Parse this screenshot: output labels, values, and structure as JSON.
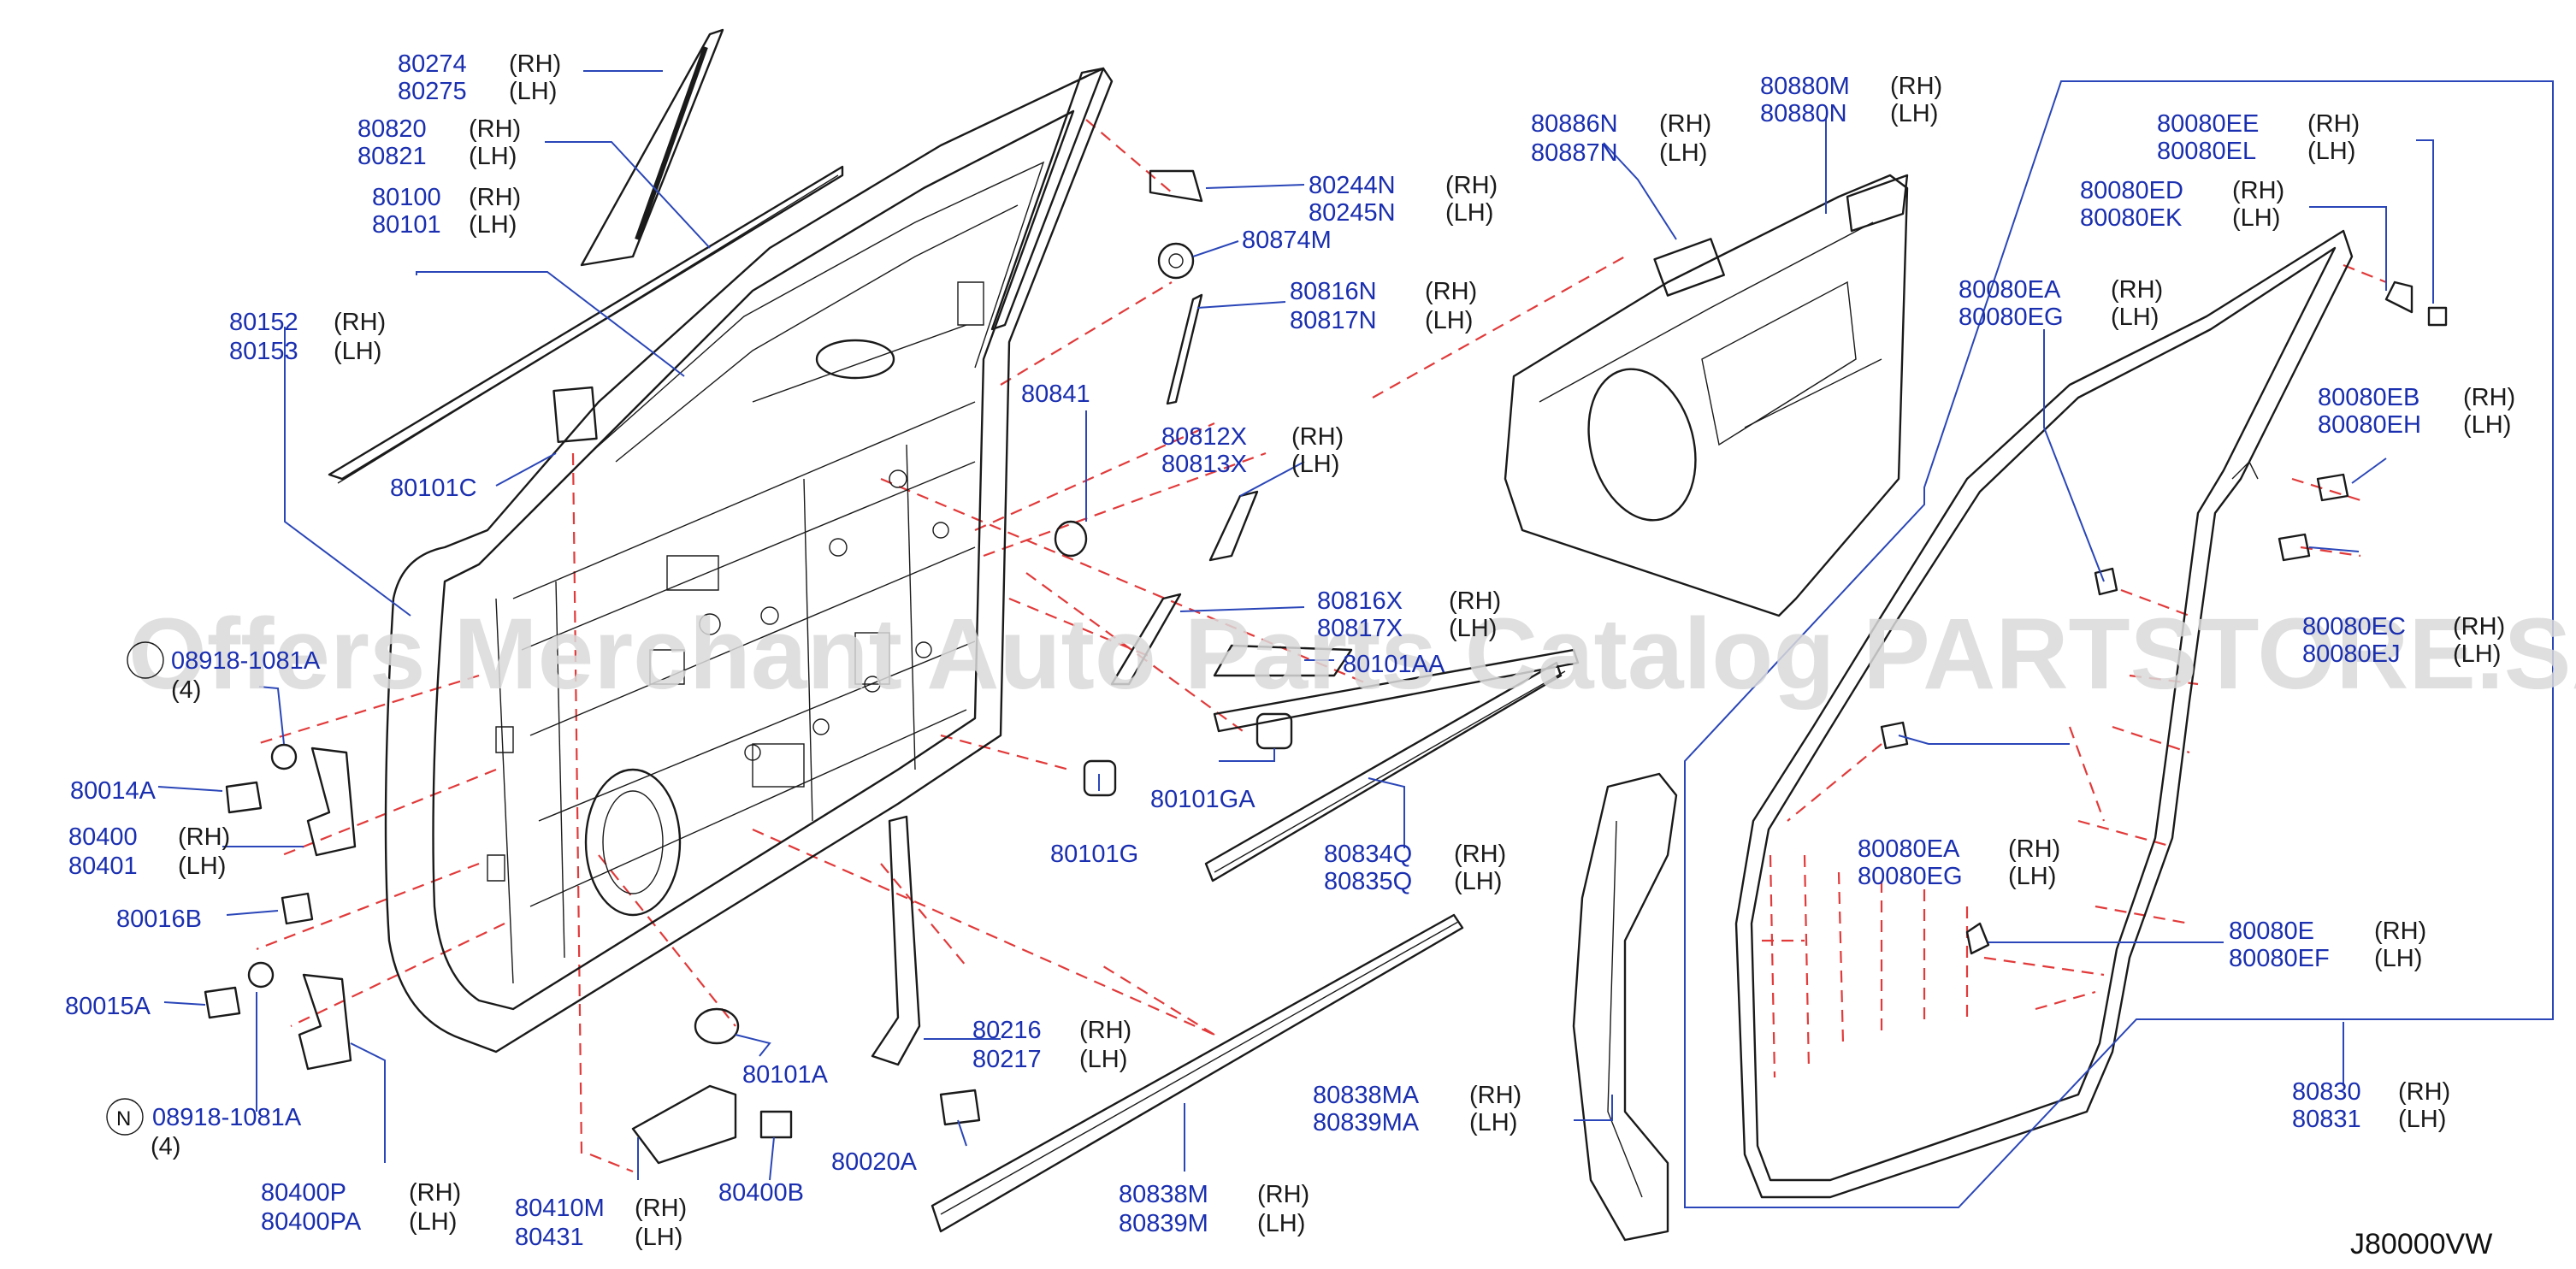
{
  "watermark": "Offers Merchant Auto Parts Catalog PARTSTORE.SA",
  "diagram_code": "J80000VW",
  "labels": [
    {
      "id": "80274",
      "num": "80274",
      "side": "(RH)"
    },
    {
      "id": "80275",
      "num": "80275",
      "side": "(LH)"
    },
    {
      "id": "80820",
      "num": "80820",
      "side": "(RH)"
    },
    {
      "id": "80821",
      "num": "80821",
      "side": "(LH)"
    },
    {
      "id": "80100",
      "num": "80100",
      "side": "(RH)"
    },
    {
      "id": "80101",
      "num": "80101",
      "side": "(LH)"
    },
    {
      "id": "80152",
      "num": "80152",
      "side": "(RH)"
    },
    {
      "id": "80153",
      "num": "80153",
      "side": "(LH)"
    },
    {
      "id": "80101C",
      "num": "80101C",
      "side": ""
    },
    {
      "id": "08918-1081A-top",
      "num": "08918-1081A",
      "side": "(4)"
    },
    {
      "id": "80014A",
      "num": "80014A",
      "side": ""
    },
    {
      "id": "80400",
      "num": "80400",
      "side": "(RH)"
    },
    {
      "id": "80401",
      "num": "80401",
      "side": "(LH)"
    },
    {
      "id": "80016B",
      "num": "80016B",
      "side": ""
    },
    {
      "id": "80015A",
      "num": "80015A",
      "side": ""
    },
    {
      "id": "08918-1081A",
      "num": "08918-1081A",
      "side": "(4)"
    },
    {
      "id": "80400P",
      "num": "80400P",
      "side": "(RH)"
    },
    {
      "id": "80400PA",
      "num": "80400PA",
      "side": "(LH)"
    },
    {
      "id": "80410M",
      "num": "80410M",
      "side": "(RH)"
    },
    {
      "id": "80431",
      "num": "80431",
      "side": "(LH)"
    },
    {
      "id": "80400B",
      "num": "80400B",
      "side": ""
    },
    {
      "id": "80101A",
      "num": "80101A",
      "side": ""
    },
    {
      "id": "80020A",
      "num": "80020A",
      "side": ""
    },
    {
      "id": "80216",
      "num": "80216",
      "side": "(RH)"
    },
    {
      "id": "80217",
      "num": "80217",
      "side": "(LH)"
    },
    {
      "id": "80838M",
      "num": "80838M",
      "side": "(RH)"
    },
    {
      "id": "80839M",
      "num": "80839M",
      "side": "(LH)"
    },
    {
      "id": "80244N",
      "num": "80244N",
      "side": "(RH)"
    },
    {
      "id": "80245N",
      "num": "80245N",
      "side": "(LH)"
    },
    {
      "id": "80874M",
      "num": "80874M",
      "side": ""
    },
    {
      "id": "80816N",
      "num": "80816N",
      "side": "(RH)"
    },
    {
      "id": "80817N",
      "num": "80817N",
      "side": "(LH)"
    },
    {
      "id": "80841",
      "num": "80841",
      "side": ""
    },
    {
      "id": "80812X",
      "num": "80812X",
      "side": "(RH)"
    },
    {
      "id": "80813X",
      "num": "80813X",
      "side": "(LH)"
    },
    {
      "id": "80816X",
      "num": "80816X",
      "side": "(RH)"
    },
    {
      "id": "80817X",
      "num": "80817X",
      "side": "(LH)"
    },
    {
      "id": "80101AA",
      "num": "80101AA",
      "side": ""
    },
    {
      "id": "80101GA",
      "num": "80101GA",
      "side": ""
    },
    {
      "id": "80101G",
      "num": "80101G",
      "side": ""
    },
    {
      "id": "80834Q",
      "num": "80834Q",
      "side": "(RH)"
    },
    {
      "id": "80835Q",
      "num": "80835Q",
      "side": "(LH)"
    },
    {
      "id": "80838MA",
      "num": "80838MA",
      "side": "(RH)"
    },
    {
      "id": "80839MA",
      "num": "80839MA",
      "side": "(LH)"
    },
    {
      "id": "80886N",
      "num": "80886N",
      "side": "(RH)"
    },
    {
      "id": "80887N",
      "num": "80887N",
      "side": "(LH)"
    },
    {
      "id": "80880M",
      "num": "80880M",
      "side": "(RH)"
    },
    {
      "id": "80880N",
      "num": "80880N",
      "side": "(LH)"
    },
    {
      "id": "80080EE",
      "num": "80080EE",
      "side": "(RH)"
    },
    {
      "id": "80080EL",
      "num": "80080EL",
      "side": "(LH)"
    },
    {
      "id": "80080ED",
      "num": "80080ED",
      "side": "(RH)"
    },
    {
      "id": "80080EK",
      "num": "80080EK",
      "side": "(LH)"
    },
    {
      "id": "80080EA-top",
      "num": "80080EA",
      "side": "(RH)"
    },
    {
      "id": "80080EG-top",
      "num": "80080EG",
      "side": "(LH)"
    },
    {
      "id": "80080EB",
      "num": "80080EB",
      "side": "(RH)"
    },
    {
      "id": "80080EH",
      "num": "80080EH",
      "side": "(LH)"
    },
    {
      "id": "80080EC",
      "num": "80080EC",
      "side": "(RH)"
    },
    {
      "id": "80080EJ",
      "num": "80080EJ",
      "side": "(LH)"
    },
    {
      "id": "80080EA",
      "num": "80080EA",
      "side": "(RH)"
    },
    {
      "id": "80080EG",
      "num": "80080EG",
      "side": "(LH)"
    },
    {
      "id": "80080E",
      "num": "80080E",
      "side": "(RH)"
    },
    {
      "id": "80080EF",
      "num": "80080EF",
      "side": "(LH)"
    },
    {
      "id": "80830",
      "num": "80830",
      "side": "(RH)"
    },
    {
      "id": "80831",
      "num": "80831",
      "side": "(LH)"
    }
  ],
  "colors": {
    "part_number": "#1a2fb0",
    "leader": "#2a46b8",
    "dashed_guide": "#e23a3a",
    "line_art": "#1a1a1a"
  }
}
